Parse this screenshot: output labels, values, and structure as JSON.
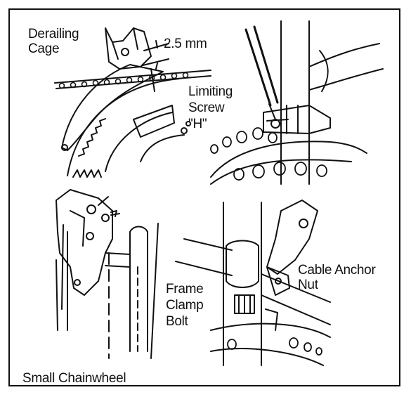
{
  "labels": {
    "derailing_cage": [
      "Derailing",
      "Cage"
    ],
    "gap": "2.5 mm",
    "limiting_screw": [
      "Limiting",
      "Screw",
      "\"H\""
    ],
    "small_chainwheel": "Small Chainwheel",
    "frame_clamp_bolt": [
      "Frame",
      "Clamp",
      "Bolt"
    ],
    "cable_anchor_nut": [
      "Cable Anchor",
      "Nut"
    ]
  },
  "colors": {
    "ink": "#111111",
    "paper": "#ffffff"
  }
}
